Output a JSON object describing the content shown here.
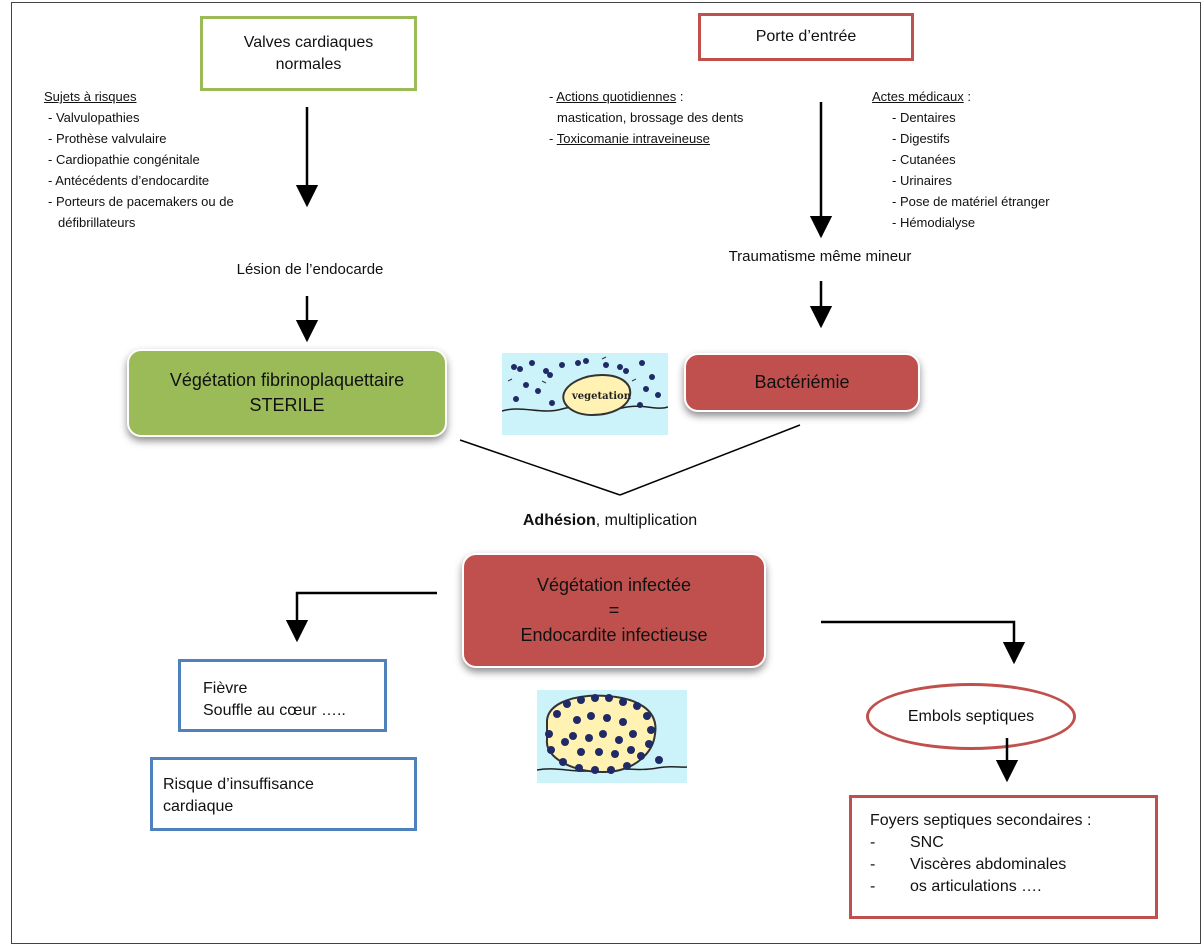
{
  "nodes": {
    "valves": {
      "lines": [
        "Valves cardiaques",
        "normales"
      ]
    },
    "porte": {
      "label": "Porte d’entrée"
    },
    "lesion": {
      "label": "Lésion de l’endocarde"
    },
    "traumatisme": {
      "label": "Traumatisme même mineur"
    },
    "vegetation_sterile": {
      "lines": [
        "Végétation fibrinoplaquettaire",
        "STERILE"
      ]
    },
    "bacteriemie": {
      "label": "Bactériémie"
    },
    "adhesion": {
      "bold": "Adhésion",
      "rest": ", multiplication"
    },
    "vegetation_infectee": {
      "lines": [
        "Végétation infectée",
        "=",
        "Endocardite infectieuse"
      ]
    },
    "fievre": {
      "lines": [
        "Fièvre",
        "Souffle au cœur ….."
      ]
    },
    "insuffisance": {
      "lines": [
        "Risque d’insuffisance",
        "cardiaque"
      ]
    },
    "embols": {
      "label": "Embols septiques"
    },
    "foyers": {
      "title": "Foyers septiques secondaires :",
      "items": [
        "SNC",
        "Viscères abdominales",
        "os articulations …."
      ],
      "bullet": "-"
    }
  },
  "lists": {
    "sujets": {
      "title": "Sujets à risques",
      "items": [
        "- Valvulopathies",
        "- Prothèse valvulaire",
        "- Cardiopathie congénitale",
        "- Antécédents d’endocardite",
        "- Porteurs de pacemakers ou de",
        "défibrillateurs"
      ]
    },
    "actions": {
      "line1_prefix": "- ",
      "line1_u": "Actions quotidiennes",
      "line1_suffix": " :",
      "line2": "mastication, brossage des dents",
      "line3_prefix": "- ",
      "line3_u": "Toxicomanie intraveineuse"
    },
    "actes": {
      "title_u": "Actes médicaux",
      "title_suffix": " :",
      "items": [
        "- Dentaires",
        "- Digestifs",
        "- Cutanées",
        "- Urinaires",
        "- Pose de matériel étranger",
        "- Hémodialyse"
      ]
    }
  },
  "illustrations": {
    "top_label": "vegetation"
  },
  "colors": {
    "green": "#9bbb59",
    "red": "#c0504d",
    "blue": "#4f81bd",
    "illustration_bg": "#ccf2fa",
    "vegetation_fill": "#fff2b3",
    "bacteria": "#1f2a66"
  }
}
